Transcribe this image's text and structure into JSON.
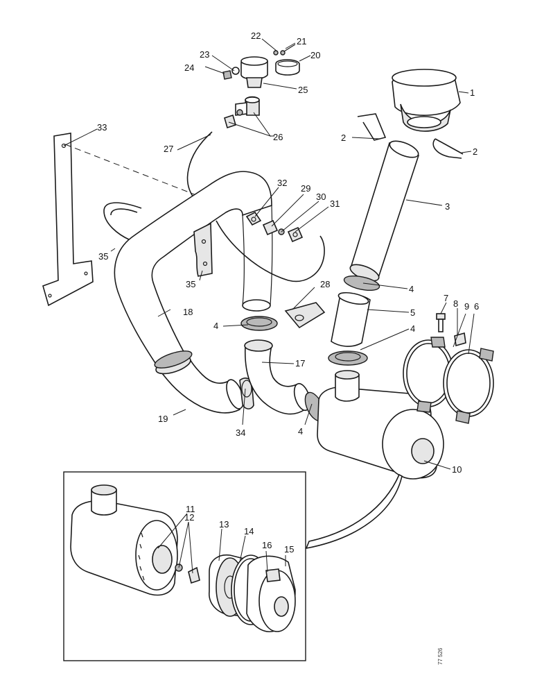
{
  "callouts": {
    "c1": "1",
    "c2a": "2",
    "c2b": "2",
    "c3": "3",
    "c4a": "4",
    "c4b": "4",
    "c4c": "4",
    "c4d": "4",
    "c5": "5",
    "c6": "6",
    "c7": "7",
    "c8": "8",
    "c9": "9",
    "c10": "10",
    "c11": "11",
    "c12": "12",
    "c13": "13",
    "c14": "14",
    "c15": "15",
    "c16": "16",
    "c17": "17",
    "c18": "18",
    "c19": "19",
    "c20": "20",
    "c21": "21",
    "c22": "22",
    "c23": "23",
    "c24": "24",
    "c25": "25",
    "c26": "26",
    "c27": "27",
    "c28": "28",
    "c29": "29",
    "c30": "30",
    "c31": "31",
    "c32": "32",
    "c33": "33",
    "c34": "34",
    "c35a": "35",
    "c35b": "35"
  },
  "drawing_ref": "77 526"
}
